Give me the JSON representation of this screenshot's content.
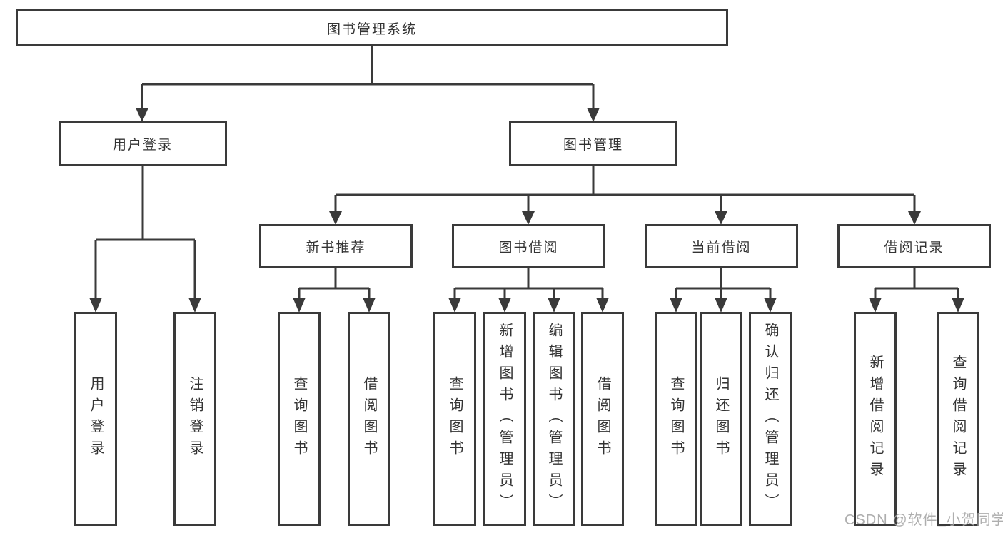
{
  "diagram": {
    "label": "图书管理系统",
    "children": [
      {
        "label": "用户登录",
        "children": [
          {
            "label": "用户登录"
          },
          {
            "label": "注销登录"
          }
        ]
      },
      {
        "label": "图书管理",
        "children": [
          {
            "label": "新书推荐",
            "children": [
              {
                "label": "查询图书"
              },
              {
                "label": "借阅图书"
              }
            ]
          },
          {
            "label": "图书借阅",
            "children": [
              {
                "label": "查询图书"
              },
              {
                "label": "新增图书（管理员）"
              },
              {
                "label": "编辑图书（管理员）"
              },
              {
                "label": "借阅图书"
              }
            ]
          },
          {
            "label": "当前借阅",
            "children": [
              {
                "label": "查询图书"
              },
              {
                "label": "归还图书"
              },
              {
                "label": "确认归还（管理员）"
              }
            ]
          },
          {
            "label": "借阅记录",
            "children": [
              {
                "label": "新增借阅记录"
              },
              {
                "label": "查询借阅记录"
              }
            ]
          }
        ]
      }
    ]
  },
  "watermark": {
    "text": "CSDN @软件_小贺同学",
    "color": "#a5a5a5"
  },
  "colors": {
    "line": "#3a3a3a",
    "box_border": "#3a3a3a",
    "text": "#333333",
    "background": "#ffffff"
  }
}
